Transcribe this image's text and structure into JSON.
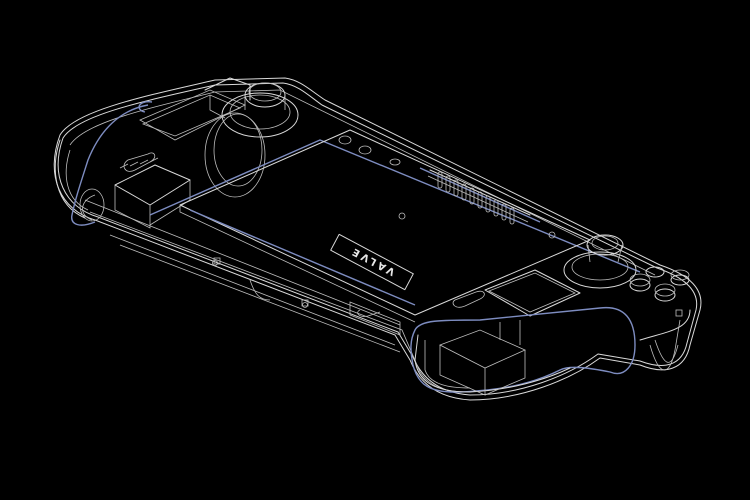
{
  "illustration": {
    "subject": "Handheld gaming device wireframe (rear view)",
    "background_color": "#000000",
    "line_color": "#d9d9d9",
    "accent_line_color": "#7d8cc0",
    "logo_text": "VALVE",
    "logo_orientation": "rotated 180 degrees / mirrored"
  }
}
